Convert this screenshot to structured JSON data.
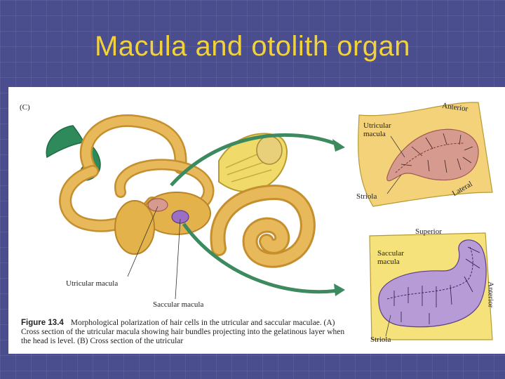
{
  "slide": {
    "title": "Macula and otolith organ"
  },
  "figure": {
    "panel_label": "(C)",
    "labels": {
      "utricular_macula": "Utricular macula",
      "saccular_macula": "Saccular macula",
      "inset_utricular_macula": "Utricular macula",
      "inset_saccular_macula": "Saccular macula",
      "anterior_top": "Anterior",
      "lateral": "Lateral",
      "striola_top": "Striola",
      "superior": "Superior",
      "anterior_side": "Anterior",
      "striola_bottom": "Striola"
    },
    "caption": {
      "figure_number": "Figure 13.4",
      "text": "Morphological polarization of hair cells in the utricular and saccular maculae. (A) Cross section of the utricular macula showing hair bundles projecting into the gelatinous layer when the head is level. (B) Cross section of the utricular"
    },
    "colors": {
      "labyrinth": "#e3b24a",
      "nerve": "#f0da6a",
      "duct": "#2e8a5a",
      "utricle_pad": "#f3d27a",
      "utricle_macula": "#d79a8e",
      "saccule_pad": "#f5e27a",
      "saccule_macula": "#b69bd6",
      "arrow": "#3c8a5e"
    }
  }
}
